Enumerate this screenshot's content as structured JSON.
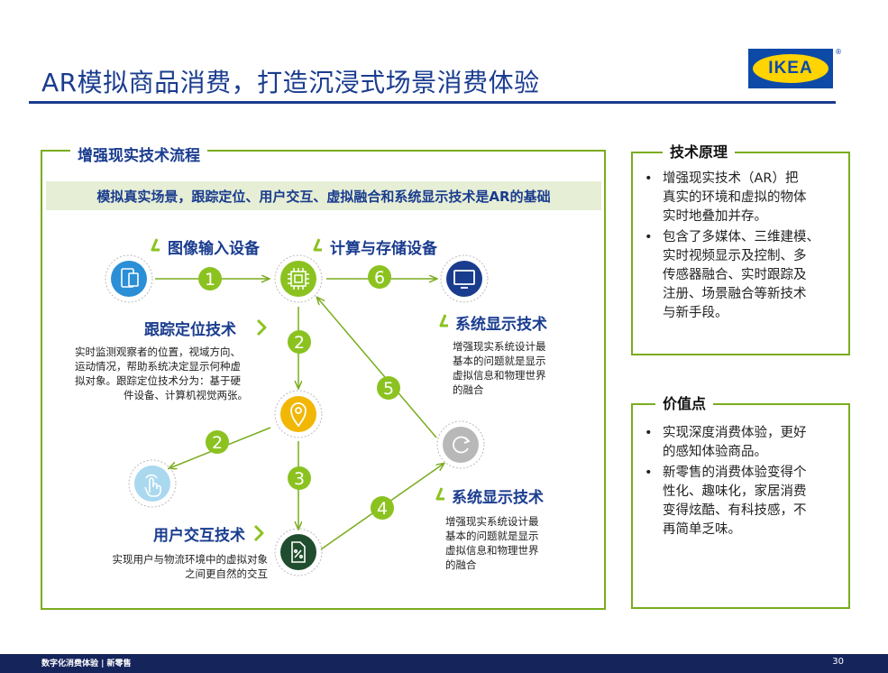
{
  "title": "AR模拟商品消费，打造沉浸式场景消费体验",
  "logo": {
    "text": "IKEA",
    "mark": "®",
    "colors": {
      "blue": "#0d4aa7",
      "yellow": "#ffd400"
    }
  },
  "main_panel": {
    "label": "增强现实技术流程",
    "banner": "模拟真实场景，跟踪定位、用户交互、虚拟融合和系统显示技术是AR的基础",
    "nodes": {
      "image_input": "图像输入设备",
      "compute_storage": "计算与存储设备",
      "tracking": "跟踪定位技术",
      "display_top": "系统显示技术",
      "interaction": "用户交互技术",
      "display_bottom": "系统显示技术"
    },
    "descriptions": {
      "tracking": [
        "实时监测观察者的位置，视域方向、",
        "运动情况，帮助系统决定显示何种虚",
        "拟对象。跟踪定位技术分为：基于硬",
        "件设备、计算机视觉两张。"
      ],
      "display_top": [
        "增强现实系统设计最",
        "基本的问题就是显示",
        "虚拟信息和物理世界",
        "的融合"
      ],
      "interaction": [
        "实现用户与物流环境中的虚拟对象",
        "之间更自然的交互"
      ],
      "display_bottom": [
        "增强现实系统设计最",
        "基本的问题就是显示",
        "虚拟信息和物理世界",
        "的融合"
      ]
    },
    "steps": [
      "1",
      "6",
      "2",
      "2",
      "5",
      "3",
      "4"
    ]
  },
  "tech_panel": {
    "label": "技术原理",
    "items": [
      [
        "增强现实技术（AR）把",
        "真实的环境和虚拟的物体",
        "实时地叠加并存。"
      ],
      [
        "包含了多媒体、三维建模、",
        "实时视频显示及控制、多",
        "传感器融合、实时跟踪及",
        "注册、场景融合等新技术",
        "与新手段。"
      ]
    ]
  },
  "value_panel": {
    "label": "价值点",
    "items": [
      [
        "实现深度消费体验，更好",
        "的感知体验商品。"
      ],
      [
        "新零售的消费体验变得个",
        "性化、趣味化，家居消费",
        "变得炫酷、有科技感，不",
        "再简单乏味。"
      ]
    ]
  },
  "footer": {
    "left": "数字化消费体验 | 新零售",
    "page": "30"
  },
  "colors": {
    "accent_green": "#7aac1e",
    "title_blue": "#1a3c8f",
    "footer_navy": "#16245c",
    "banner_bg": "#e6eed5"
  },
  "icons": {
    "n1": {
      "name": "tablet-icon",
      "color": "#2a8fd6"
    },
    "n2": {
      "name": "chip-icon",
      "color": "#8bc220"
    },
    "n3": {
      "name": "monitor-icon",
      "color": "#1a3c8f"
    },
    "n4": {
      "name": "location-pin-icon",
      "color": "#f2b705"
    },
    "n5": {
      "name": "refresh-icon",
      "color": "#b8b8b8"
    },
    "n6": {
      "name": "touch-hand-icon",
      "color": "#a9d8ef"
    },
    "n7": {
      "name": "document-percent-icon",
      "color": "#1f4d2e"
    }
  }
}
